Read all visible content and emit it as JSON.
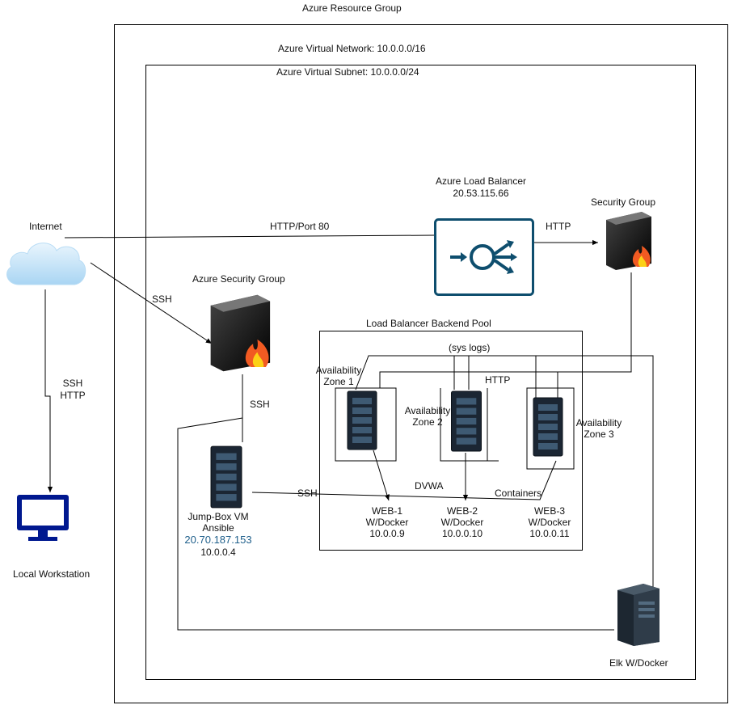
{
  "containers": {
    "resource_group": "Azure Resource Group",
    "virtual_network": "Azure Virtual Network: 10.0.0.0/16",
    "virtual_subnet": "Azure Virtual Subnet: 10.0.0.0/24",
    "backend_pool": "Load Balancer Backend Pool"
  },
  "internet": {
    "label": "Internet"
  },
  "load_balancer": {
    "name": "Azure Load Balancer",
    "ip": "20.53.115.66"
  },
  "security_group": {
    "label": "Security Group"
  },
  "azure_security_group": {
    "label": "Azure Security Group"
  },
  "jumpbox": {
    "name": "Jump-Box VM",
    "role": "Ansible",
    "public_ip": "20.70.187.153",
    "private_ip": "10.0.0.4"
  },
  "zones": {
    "zone1_line1": "Availability",
    "zone1_line2": "Zone 1",
    "zone2_line1": "Availability",
    "zone2_line2": "Zone 2",
    "zone3_line1": "Availability",
    "zone3_line2": "Zone 3"
  },
  "web_servers": [
    {
      "name": "WEB-1",
      "docker": "W/Docker",
      "ip": "10.0.0.9"
    },
    {
      "name": "WEB-2",
      "docker": "W/Docker",
      "ip": "10.0.0.10"
    },
    {
      "name": "WEB-3",
      "docker": "W/Docker",
      "ip": "10.0.0.11"
    }
  ],
  "elk": {
    "label": "Elk W/Docker"
  },
  "workstation": {
    "label": "Local Workstation"
  },
  "connections": {
    "http_port80": "HTTP/Port 80",
    "lb_http": "HTTP",
    "ssh_internet": "SSH",
    "ssh_jumpbox": "SSH",
    "ssh_http_1": "SSH",
    "ssh_http_2": "HTTP",
    "sys_logs": "(sys logs)",
    "pool_http": "HTTP",
    "jumpbox_ssh": "SSH",
    "dvwa": "DVWA",
    "containers": "Containers"
  }
}
